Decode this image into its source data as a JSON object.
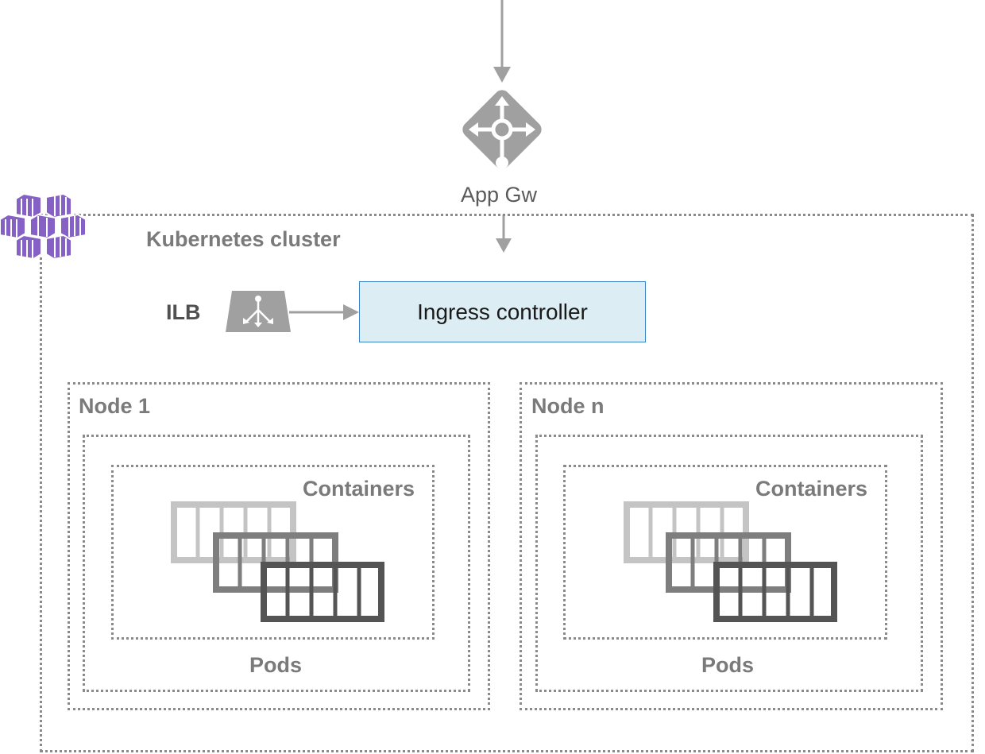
{
  "app_gateway": {
    "label": "App Gw",
    "icon": "app-gateway-icon"
  },
  "cluster": {
    "label": "Kubernetes cluster",
    "icon": "kubernetes-icon",
    "icon_color": "#8661c5"
  },
  "ilb": {
    "label": "ILB",
    "icon": "load-balancer-icon"
  },
  "ingress": {
    "label": "Ingress controller",
    "fill": "#dcedf4",
    "border": "#3a83c4"
  },
  "nodes": [
    {
      "label": "Node 1",
      "containers_label": "Containers",
      "pods_label": "Pods"
    },
    {
      "label": "Node n",
      "containers_label": "Containers",
      "pods_label": "Pods"
    }
  ],
  "colors": {
    "arrow": "#a0a0a0",
    "border": "#8a8a8a",
    "text": "#7a7a7a"
  }
}
